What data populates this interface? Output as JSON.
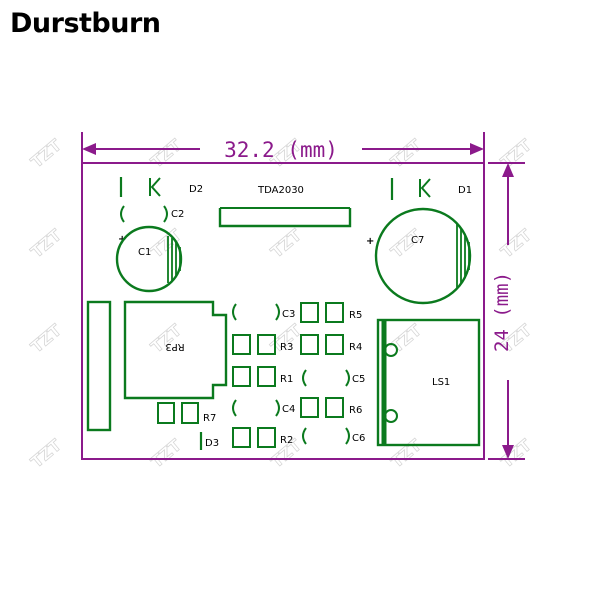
{
  "brand": {
    "name": "Durstburn"
  },
  "board": {
    "width_label": "32.2 (mm)",
    "height_label": "24 (mm)",
    "outline_color": "#8b1a8b",
    "trace_color": "#0b7a1e"
  },
  "components": {
    "ic": "TDA2030",
    "d1": "D1",
    "d2": "D2",
    "d3": "D3",
    "c1": "C1",
    "c2": "C2",
    "c3": "C3",
    "c4": "C4",
    "c5": "C5",
    "c6": "C6",
    "c7": "C7",
    "r1": "R1",
    "r2": "R2",
    "r3": "R3",
    "r4": "R4",
    "r5": "R5",
    "r6": "R6",
    "r7": "R7",
    "rp": "RP3",
    "ls1": "LS1",
    "plus": "+"
  },
  "watermark": {
    "text": "TZT"
  }
}
